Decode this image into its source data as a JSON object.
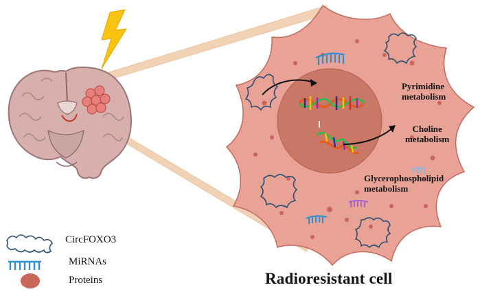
{
  "labels": {
    "pyrimidine_1": "Pyrimidine",
    "pyrimidine_2": "metabolism",
    "choline_1": "Choline",
    "choline_2": "metabolism",
    "glycero_1": "Glycerophospholipid",
    "glycero_2": "metabolism"
  },
  "legend": {
    "circ": "CircFOXO3",
    "mirna": "MiRNAs",
    "protein": "Proteins"
  },
  "title": "Radioresistant cell",
  "colors": {
    "cell": "#e8a396",
    "cell_edge": "#c26a5e",
    "nucleus": "#c97868",
    "protein": "#c8665a",
    "brain": "#d7b0ae",
    "connector": "#f1d2b4",
    "lightning": "#f8c40f",
    "mirna": "#2e8fd0",
    "circ": "#2c4f72"
  },
  "icons": [
    "lightning-icon",
    "brain-icon",
    "tumor-icon",
    "dna-icon",
    "circrna-icon",
    "mirna-icon",
    "protein-icon",
    "arrow-icon"
  ]
}
